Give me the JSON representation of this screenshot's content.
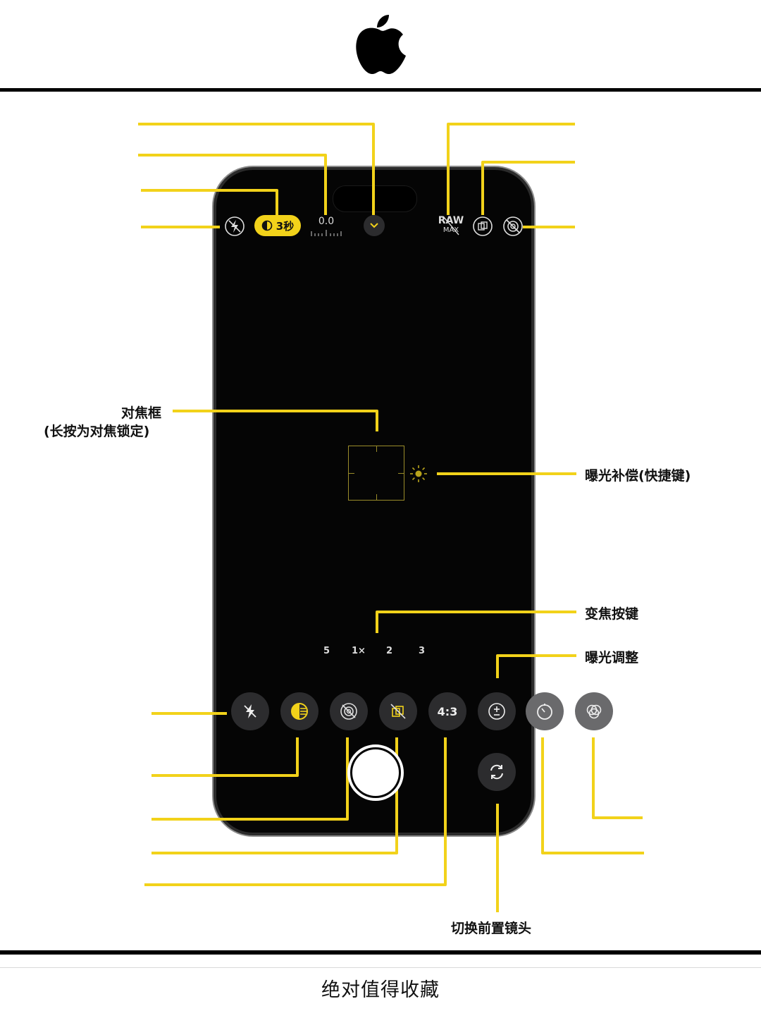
{
  "footer_title": "绝对值得收藏",
  "top_bar": {
    "timer_pill": "3秒",
    "exposure_value": "0.0",
    "raw_label": "RAW",
    "raw_sub": "MAX"
  },
  "labels": {
    "focus_box": "对焦框",
    "focus_box_note": "(长按为对焦锁定)",
    "exposure_comp": "曝光补偿(快捷键)",
    "zoom_keys": "变焦按键",
    "exposure_adjust": "曝光调整",
    "switch_front": "切换前置镜头"
  },
  "zoom_levels": [
    "5",
    "1×",
    "2",
    "3"
  ],
  "tools": {
    "aspect_ratio": "4:3"
  },
  "colors": {
    "accent": "#f2d21a",
    "phone_bg": "#050505",
    "button_bg": "#2c2c2e"
  }
}
